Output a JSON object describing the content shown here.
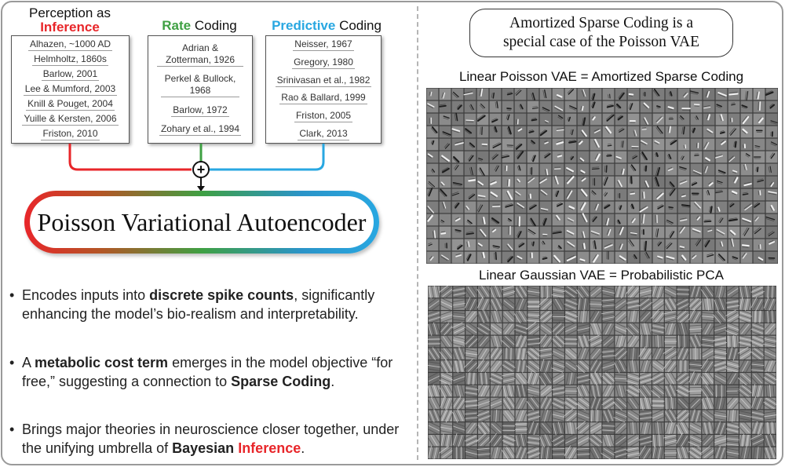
{
  "perception": {
    "heading_prefix": "Perception as",
    "heading_keyword": "Inference",
    "refs": [
      "Alhazen, ~1000 AD",
      "Helmholtz, 1860s",
      "Barlow, 2001",
      "Lee & Mumford, 2003",
      "Knill & Pouget, 2004",
      "Yuille & Kersten, 2006",
      "Friston, 2010"
    ]
  },
  "rate": {
    "heading_keyword": "Rate",
    "heading_suffix": "Coding",
    "refs": [
      "Adrian & Zotterman, 1926",
      "Perkel & Bullock, 1968",
      "Barlow, 1972",
      "Zohary et al., 1994"
    ]
  },
  "predictive": {
    "heading_keyword": "Predictive",
    "heading_suffix": "Coding",
    "refs": [
      "Neisser, 1967",
      "Gregory, 1980",
      "Srinivasan et al., 1982",
      "Rao & Ballard, 1999",
      "Friston, 2005",
      "Clark, 2013"
    ]
  },
  "combine_symbol": "+",
  "pvae_title": "Poisson Variational Autoencoder",
  "bullets": [
    {
      "pre": "Encodes inputs into ",
      "bold": "discrete spike counts",
      "post": ", significantly enhancing the model’s bio-realism and interpretability."
    },
    {
      "pre": "A ",
      "bold": "metabolic cost term",
      "mid": " emerges in the model objective “for free,” suggesting a connection to ",
      "bold2": "Sparse Coding",
      "post": "."
    },
    {
      "pre": "Brings major theories in neuroscience closer together, under the unifying umbrella of ",
      "bold": "Bayesian",
      "space": " ",
      "bold_red": "Inference",
      "post": "."
    }
  ],
  "amortized_box": {
    "line1": "Amortized Sparse Coding is a",
    "line2": "special case of the Poisson VAE"
  },
  "poisson_panel_label": "Linear Poisson VAE  =  Amortized Sparse Coding",
  "gaussian_panel_label": "Linear Gaussian VAE  =  Probabilistic PCA",
  "colors": {
    "inference": "#e8262a",
    "rate": "#3fa043",
    "predictive": "#28a7e1",
    "dark": "#222222"
  }
}
